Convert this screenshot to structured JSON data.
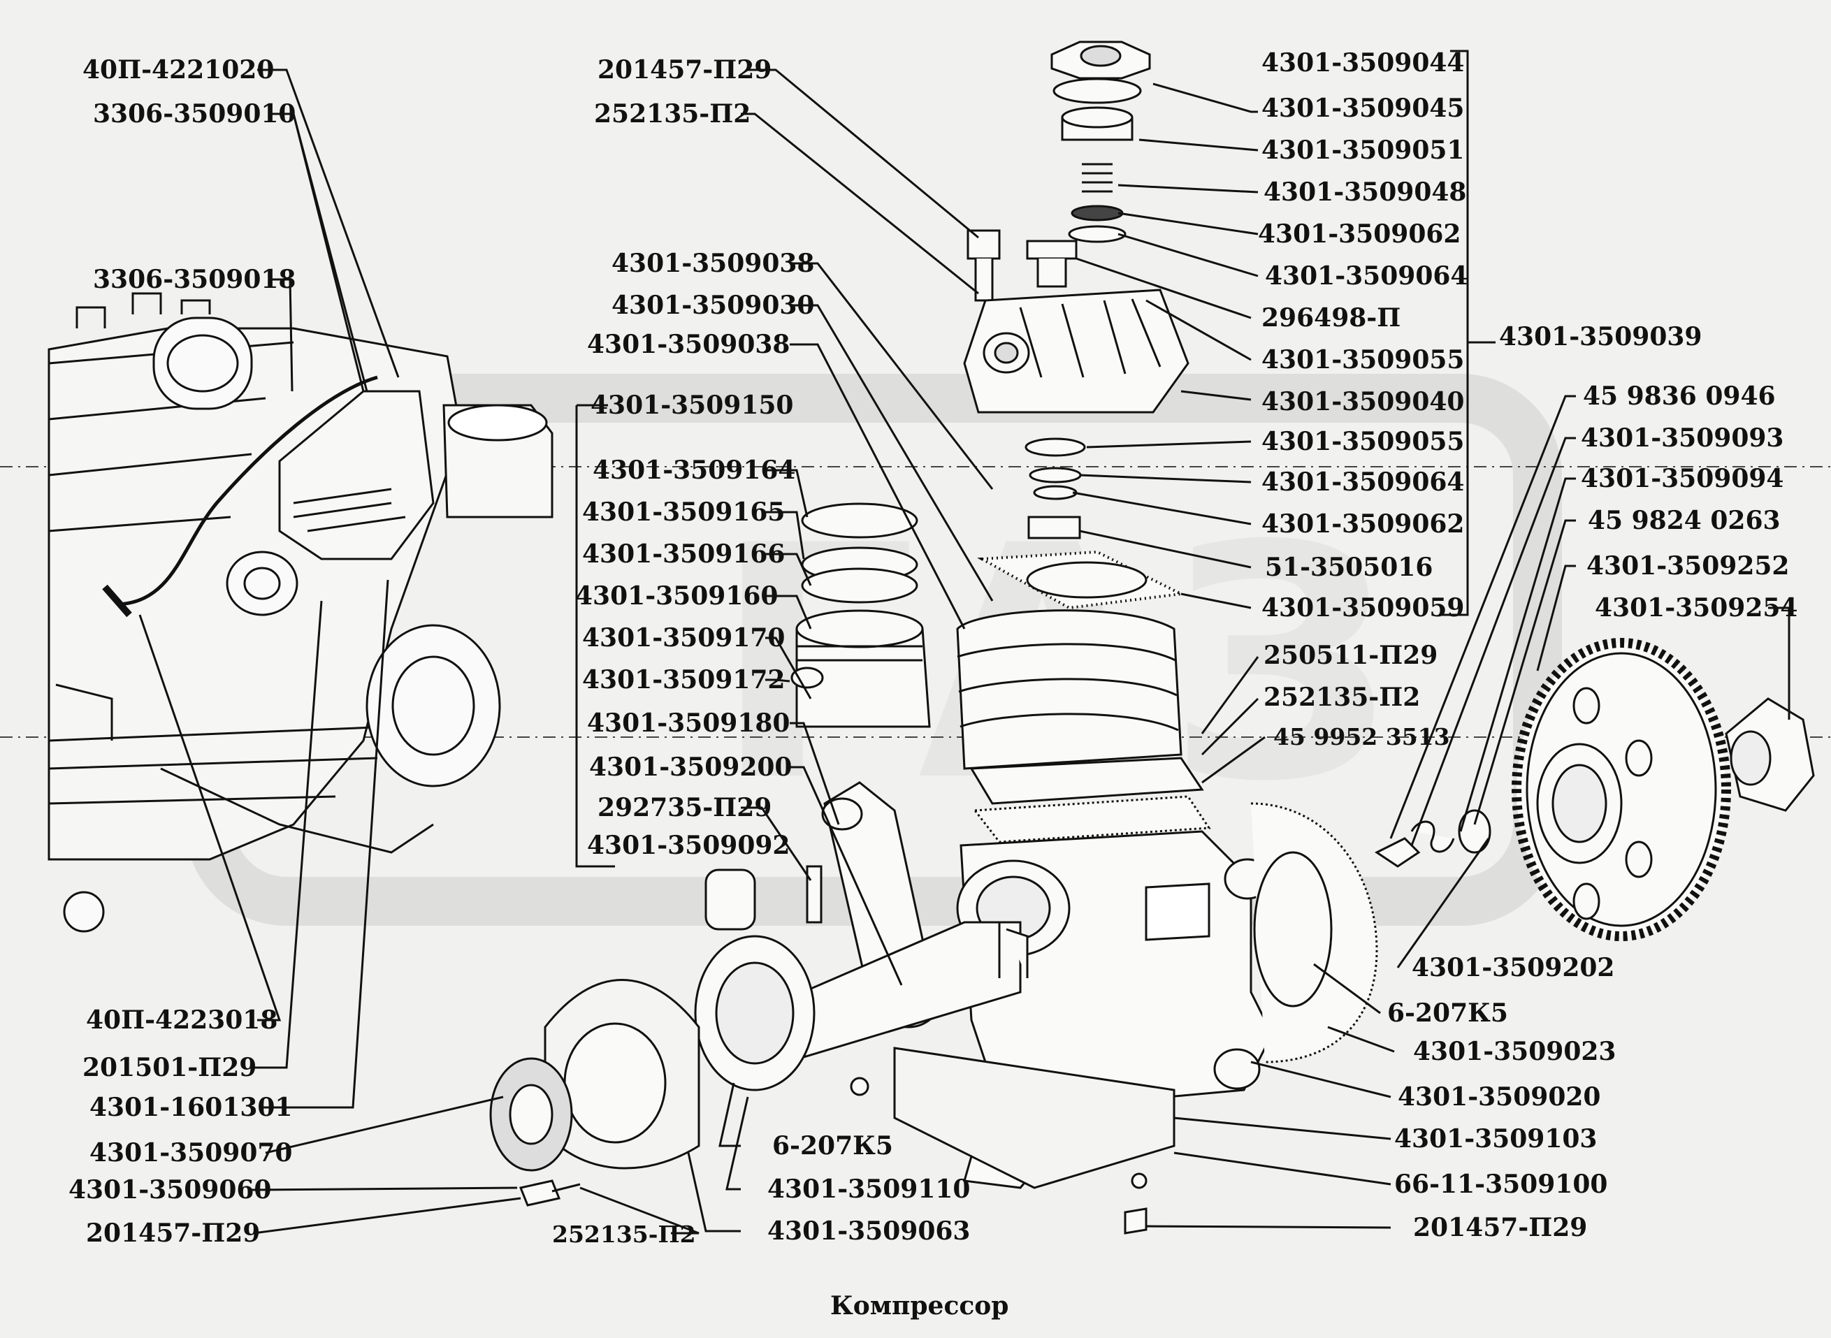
{
  "caption": "Компрессор",
  "watermark": "ГАЗ",
  "labels": {
    "l40p4221020": "40П-4221020",
    "l3306_3509010": "3306-3509010",
    "l3306_3509018": "3306-3509018",
    "l40p4223018": "40П-4223018",
    "l201501": "201501-П29",
    "l4301_1601301": "4301-1601301",
    "l3509070": "4301-3509070",
    "l3509060": "4301-3509060",
    "l201457_bl": "201457-П29",
    "l252135_b": "252135-П2",
    "l3509063": "4301-3509063",
    "l3509110": "4301-3509110",
    "l6207_b": "6-207К5",
    "l201457_t": "201457-П29",
    "l252135_t": "252135-П2",
    "l3509038_a": "4301-3509038",
    "l3509030": "4301-3509030",
    "l3509038_b": "4301-3509038",
    "l3509150": "4301-3509150",
    "l3509164": "4301-3509164",
    "l3509165": "4301-3509165",
    "l3509166": "4301-3509166",
    "l3509160": "4301-3509160",
    "l3509170": "4301-3509170",
    "l3509172": "4301-3509172",
    "l3509180": "4301-3509180",
    "l3509200": "4301-3509200",
    "l292735": "292735-П29",
    "l3509092": "4301-3509092",
    "l3509044": "4301-3509044",
    "l3509045": "4301-3509045",
    "l3509051": "4301-3509051",
    "l3509048": "4301-3509048",
    "l3509062_a": "4301-3509062",
    "l3509064_a": "4301-3509064",
    "l296498": "296498-П",
    "l3509055_a": "4301-3509055",
    "l3509039": "4301-3509039",
    "l3509040": "4301-3509040",
    "l3509055_b": "4301-3509055",
    "l3509064_b": "4301-3509064",
    "l3509062_b": "4301-3509062",
    "l51_3505016": "51-3505016",
    "l3509059": "4301-3509059",
    "l250511": "250511-П29",
    "l252135_r": "252135-П2",
    "l45_9952": "45 9952 3513",
    "l45_9836": "45 9836 0946",
    "l3509093": "4301-3509093",
    "l3509094": "4301-3509094",
    "l45_9824": "45 9824 0263",
    "l3509252": "4301-3509252",
    "l3509254": "4301-3509254",
    "l3509202": "4301-3509202",
    "l6207_r": "6-207К5",
    "l3509023": "4301-3509023",
    "l3509020": "4301-3509020",
    "l3509103": "4301-3509103",
    "l66_11": "66-11-3509100",
    "l201457_br": "201457-П29"
  }
}
